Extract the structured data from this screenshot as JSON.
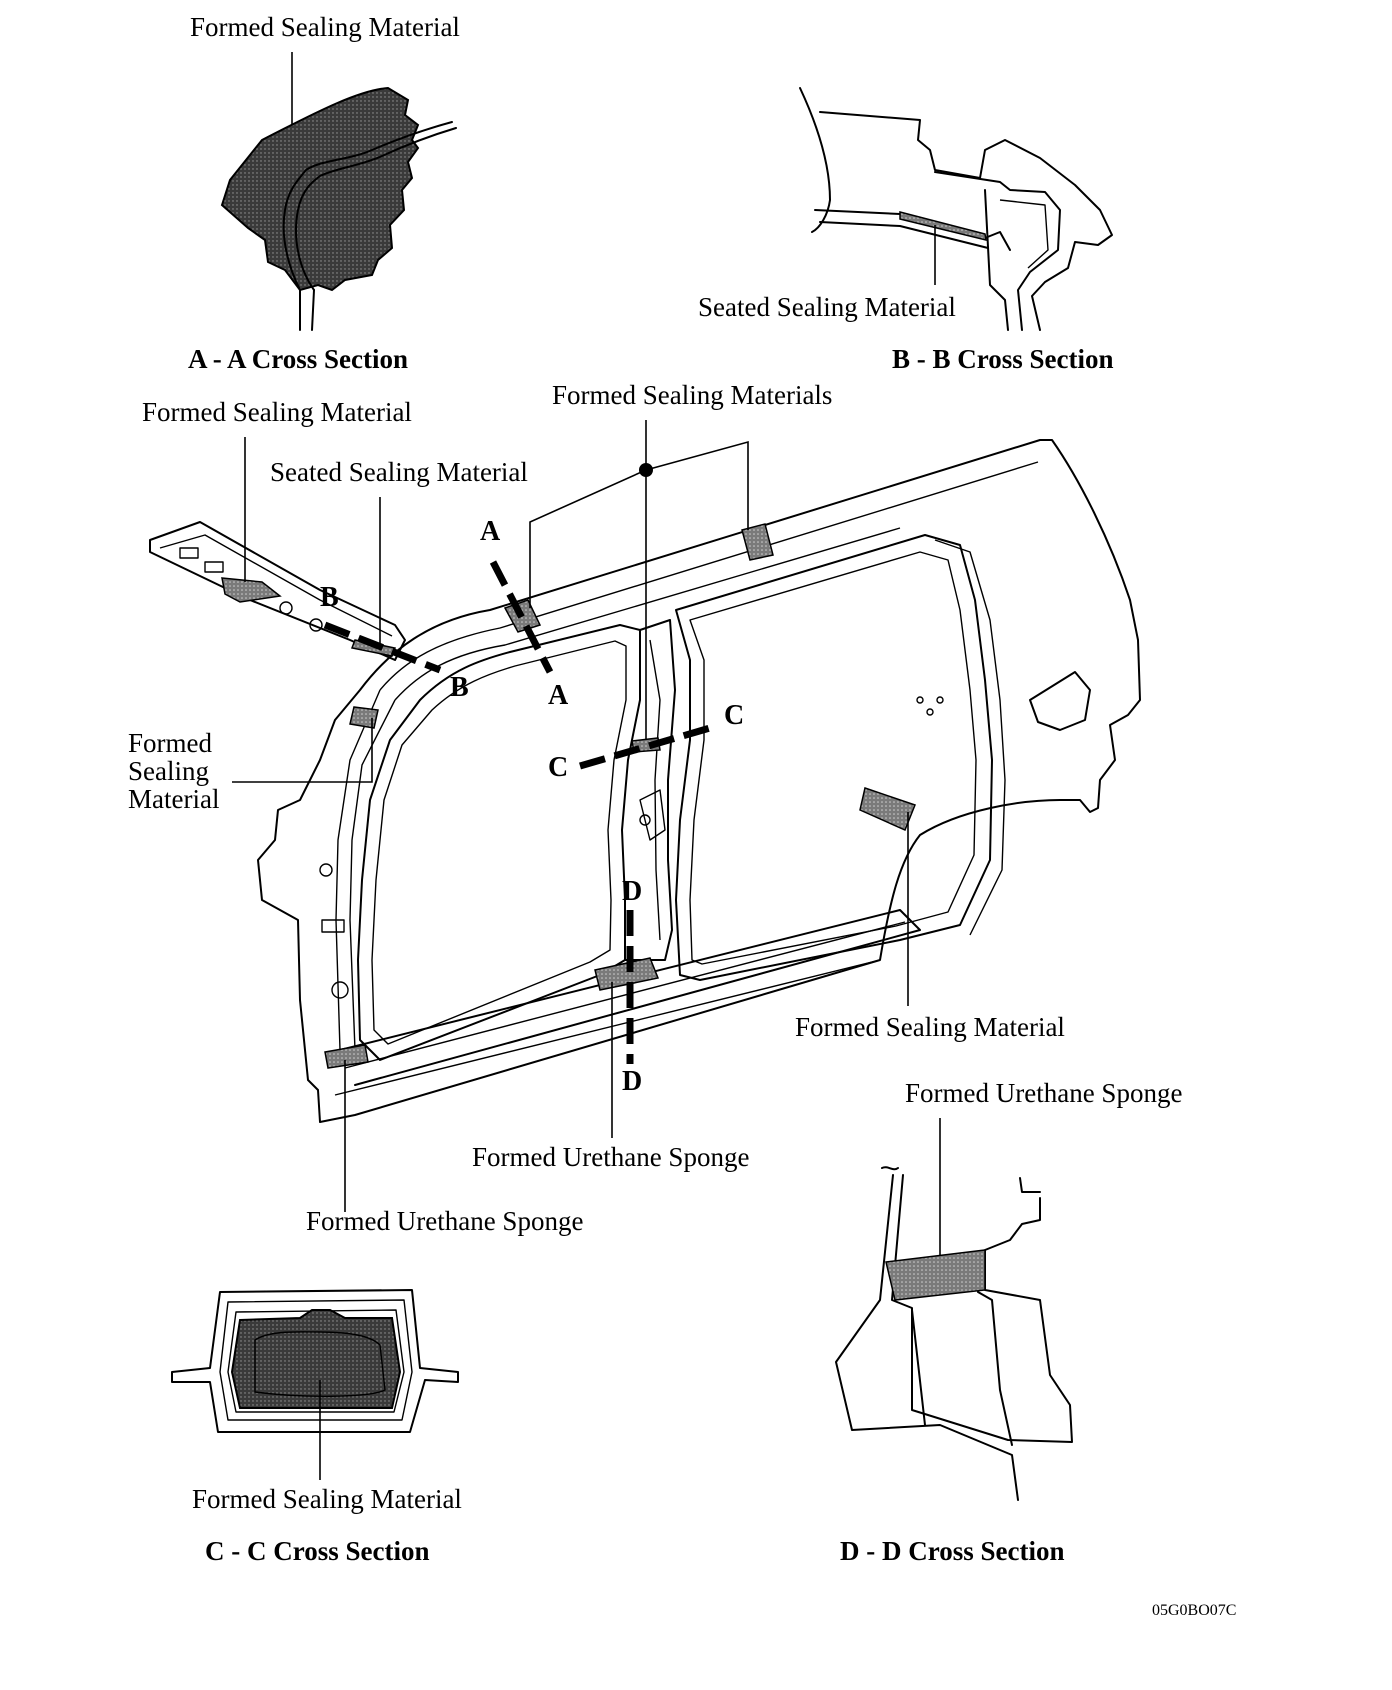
{
  "labels": {
    "aa_top": "Formed Sealing Material",
    "bb_seated": "Seated Sealing Material",
    "main_formed_materials": "Formed Sealing Materials",
    "main_formed_left": "Formed Sealing Material",
    "main_seated": "Seated Sealing Material",
    "main_pillar_formed_l1": "Formed",
    "main_pillar_formed_l2": "Sealing",
    "main_pillar_formed_l3": "Material",
    "main_rear_formed": "Formed Sealing Material",
    "main_urethane_center": "Formed Urethane Sponge",
    "main_urethane_left": "Formed Urethane Sponge",
    "dd_urethane": "Formed Urethane Sponge",
    "cc_formed": "Formed Sealing Material"
  },
  "sections": {
    "aa": "A - A Cross Section",
    "bb": "B - B Cross Section",
    "cc": "C - C Cross Section",
    "dd": "D - D Cross Section"
  },
  "markers": {
    "a_top": "A",
    "a_bottom": "A",
    "b_left": "B",
    "b_right": "B",
    "c_left": "C",
    "c_right": "C",
    "d_top": "D",
    "d_bottom": "D"
  },
  "figure_code": "05G0BO07C",
  "colors": {
    "ink": "#000000",
    "paper": "#ffffff",
    "fill_dark": "#3a3a3a",
    "fill_dot": "#8a8a8a"
  }
}
